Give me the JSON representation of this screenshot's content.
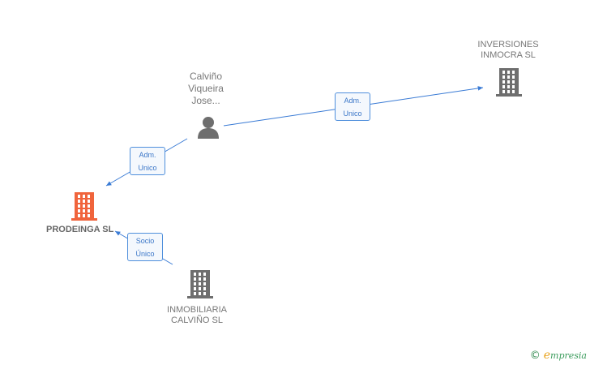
{
  "nodes": {
    "prodeinga": {
      "label": "PRODEINGA SL",
      "color": "#f0643c"
    },
    "inversiones": {
      "lines": [
        "INVERSIONES",
        "INMOCRA SL"
      ],
      "color": "#6e6e6e"
    },
    "person": {
      "lines": [
        "Calviño",
        "Viqueira",
        "Jose..."
      ],
      "color": "#6e6e6e"
    },
    "inmobiliaria": {
      "lines": [
        "INMOBILIARIA",
        "CALVIÑO  SL"
      ],
      "color": "#6e6e6e"
    }
  },
  "edges": {
    "person_to_inversiones": {
      "lines": [
        "Adm.",
        "Unico"
      ]
    },
    "person_to_prodeinga": {
      "lines": [
        "Adm.",
        "Unico"
      ]
    },
    "inmobiliaria_to_prodeinga": {
      "lines": [
        "Socio",
        "Único"
      ]
    }
  },
  "edge_color": "#3a7bd5",
  "brand": {
    "copyright": "©",
    "initial": "e",
    "name": "mpresia"
  }
}
